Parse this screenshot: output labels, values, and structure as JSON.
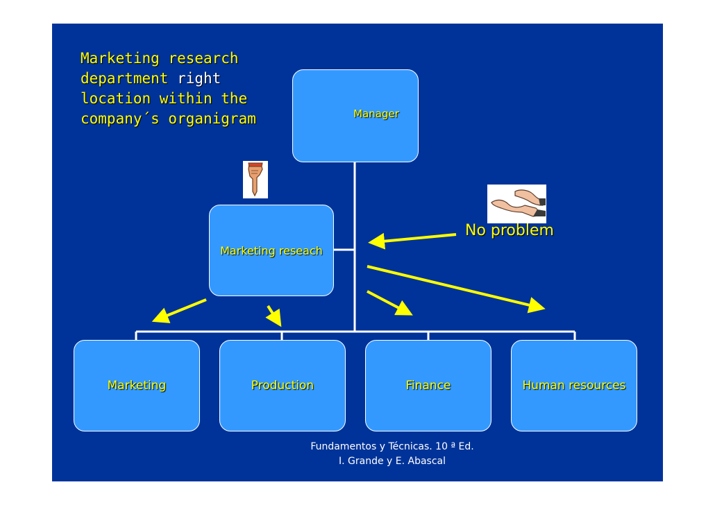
{
  "title": {
    "line1": "Marketing research",
    "line2_yellow": "department",
    "line2_white": "right",
    "line3": "location within the",
    "line4": "company´s organigram"
  },
  "nodes": {
    "manager": "Manager",
    "marketing_research": "Marketing reseach",
    "departments": [
      "Marketing",
      "Production",
      "Finance",
      "Human resources"
    ]
  },
  "annotation": "No problem",
  "credit": {
    "line1": "Fundamentos y Técnicas. 10 ª Ed.",
    "line2": "I. Grande y E. Abascal"
  },
  "colors": {
    "background": "#003399",
    "box": "#3399ff",
    "text": "#ffff00",
    "connector": "#ffffff",
    "arrow": "#ffff00"
  },
  "icons": [
    "pointing-hand-icon",
    "open-hands-icon"
  ]
}
